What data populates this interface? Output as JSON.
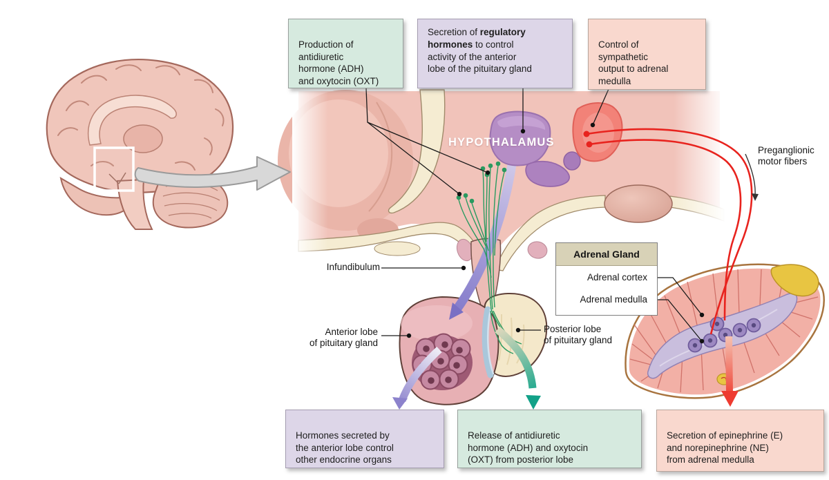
{
  "figure": {
    "hypothalamus_label": "HYPOTHALAMUS",
    "infundibulum_label": "Infundibulum",
    "anterior_lobe_label": "Anterior lobe\nof pituitary gland",
    "posterior_lobe_label": "Posterior lobe\nof pituitary gland",
    "preganglionic_label": "Preganglionic\nmotor fibers"
  },
  "adrenal_panel": {
    "title": "Adrenal Gland",
    "rows": [
      "Adrenal cortex",
      "Adrenal medulla"
    ]
  },
  "callouts": {
    "production": {
      "text": "Production of\nantidiuretic\nhormone (ADH)\nand oxytocin (OXT)"
    },
    "regulatory": {
      "pre": "Secretion of ",
      "bold": "regulatory\nhormones",
      "post": " to control\nactivity of the anterior\nlobe of the pituitary gland"
    },
    "sympathetic": {
      "text": "Control of\nsympathetic\noutput to adrenal\nmedulla"
    },
    "anterior_hormones": {
      "text": "Hormones secreted by\nthe anterior lobe control\nother endocrine organs"
    },
    "adh_release": {
      "text": "Release of antidiuretic\nhormone (ADH) and oxytocin\n(OXT) from posterior lobe"
    },
    "epinephrine": {
      "text": "Secretion of epinephrine (E)\nand norepinephrine (NE)\nfrom adrenal medulla"
    }
  },
  "colors": {
    "callout_green": "#d6eadf",
    "callout_purple": "#ddd6e8",
    "callout_pink": "#f9d8ce",
    "panel_header_tan": "#d8d2b7",
    "neuron_green": "#2a9a60",
    "fiber_red": "#e8231e",
    "arrow_purple": "#8279ca",
    "arrow_teal": "#16a68c",
    "arrow_red": "#ef4437",
    "tissue_pink": "#f1c3ba",
    "bone_cream": "#f5ecd2"
  }
}
